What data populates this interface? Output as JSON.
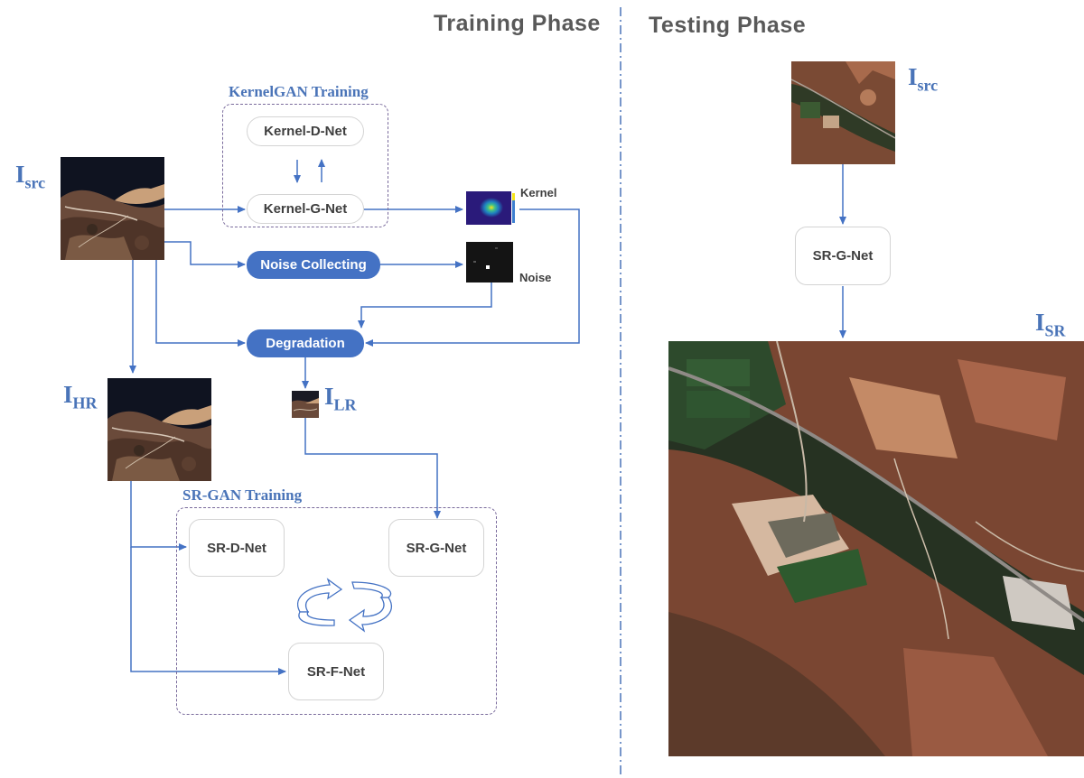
{
  "phases": {
    "training": "Training Phase",
    "testing": "Testing Phase"
  },
  "groups": {
    "kernelgan": "KernelGAN Training",
    "srgan": "SR-GAN Training"
  },
  "nodes": {
    "kernel_d": "Kernel-D-Net",
    "kernel_g": "Kernel-G-Net",
    "noise_collecting": "Noise Collecting",
    "degradation": "Degradation",
    "sr_d": "SR-D-Net",
    "sr_g": "SR-G-Net",
    "sr_f": "SR-F-Net",
    "test_sr_g": "SR-G-Net"
  },
  "symbols": {
    "src": {
      "base": "I",
      "sub": "src"
    },
    "hr": {
      "base": "I",
      "sub": "HR"
    },
    "lr": {
      "base": "I",
      "sub": "LR"
    },
    "test_src": {
      "base": "I",
      "sub": "src"
    },
    "sr": {
      "base": "I",
      "sub": "SR"
    }
  },
  "captions": {
    "kernel": "Kernel",
    "noise": "Noise"
  },
  "colors": {
    "accent": "#4472c4",
    "text_blue": "#4a74b8",
    "dash": "#7a6b9c",
    "title_gray": "#595959"
  }
}
